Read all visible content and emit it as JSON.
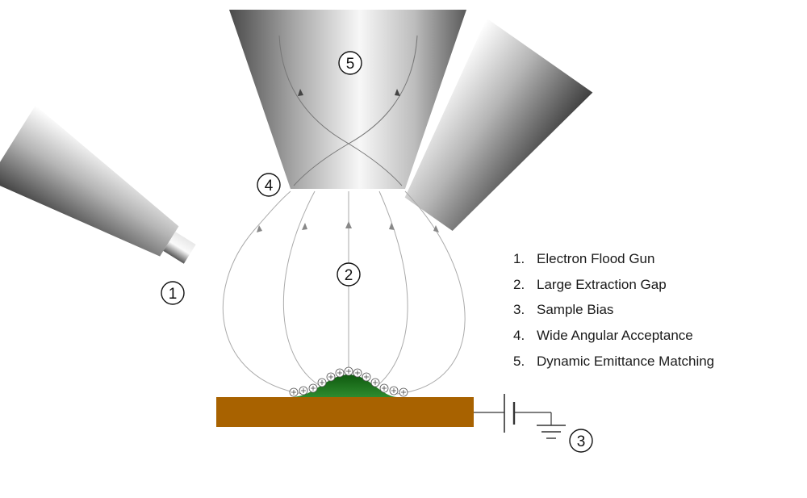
{
  "callouts": {
    "flood_gun": "1",
    "extraction_gap": "2",
    "sample_bias": "3",
    "angular_acceptance": "4",
    "emittance_matching": "5"
  },
  "legend": [
    {
      "num": "1.",
      "text": "Electron Flood Gun"
    },
    {
      "num": "2.",
      "text": "Large Extraction Gap"
    },
    {
      "num": "3.",
      "text": "Sample Bias"
    },
    {
      "num": "4.",
      "text": "Wide Angular Acceptance"
    },
    {
      "num": "5.",
      "text": "Dynamic Emittance Matching"
    }
  ],
  "colors": {
    "substrate": "#a86200",
    "sample": "#1f7a1f",
    "field_lines": "#aaaaaa",
    "beam_lines": "#777777"
  }
}
